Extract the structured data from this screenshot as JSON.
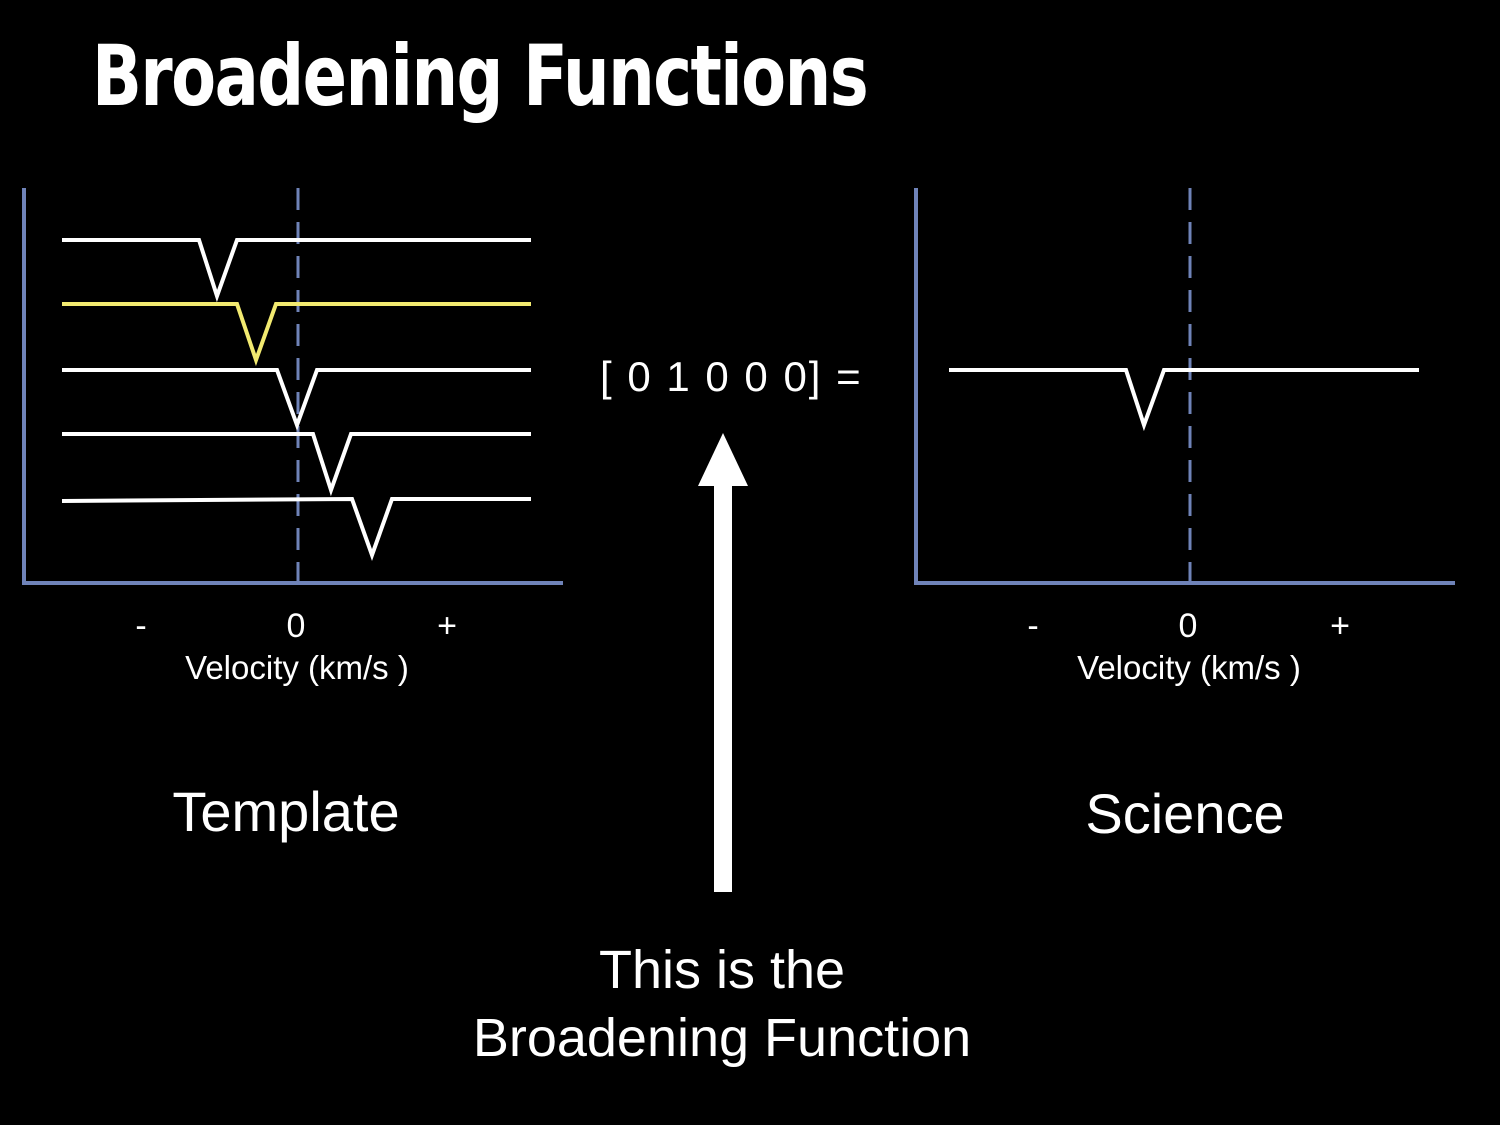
{
  "slide": {
    "title": "Broadening Functions",
    "colors": {
      "background": "#000000",
      "axis": "#6f83b8",
      "spectrum": "#ffffff",
      "highlight": "#f2ea70"
    }
  },
  "template_panel": {
    "label": "Template",
    "tick_minus": "-",
    "tick_zero": "0",
    "tick_plus": "+",
    "axis_label": "Velocity (km/s )",
    "highlighted_spectrum_index": 1
  },
  "science_panel": {
    "label": "Science",
    "tick_minus": "-",
    "tick_zero": "0",
    "tick_plus": "+",
    "axis_label": "Velocity (km/s )"
  },
  "equation": "[ 0 1 0 0 0] =",
  "arrow_icon": "up-arrow-icon",
  "caption": {
    "line1": "This is the",
    "line2": "Broadening Function"
  }
}
